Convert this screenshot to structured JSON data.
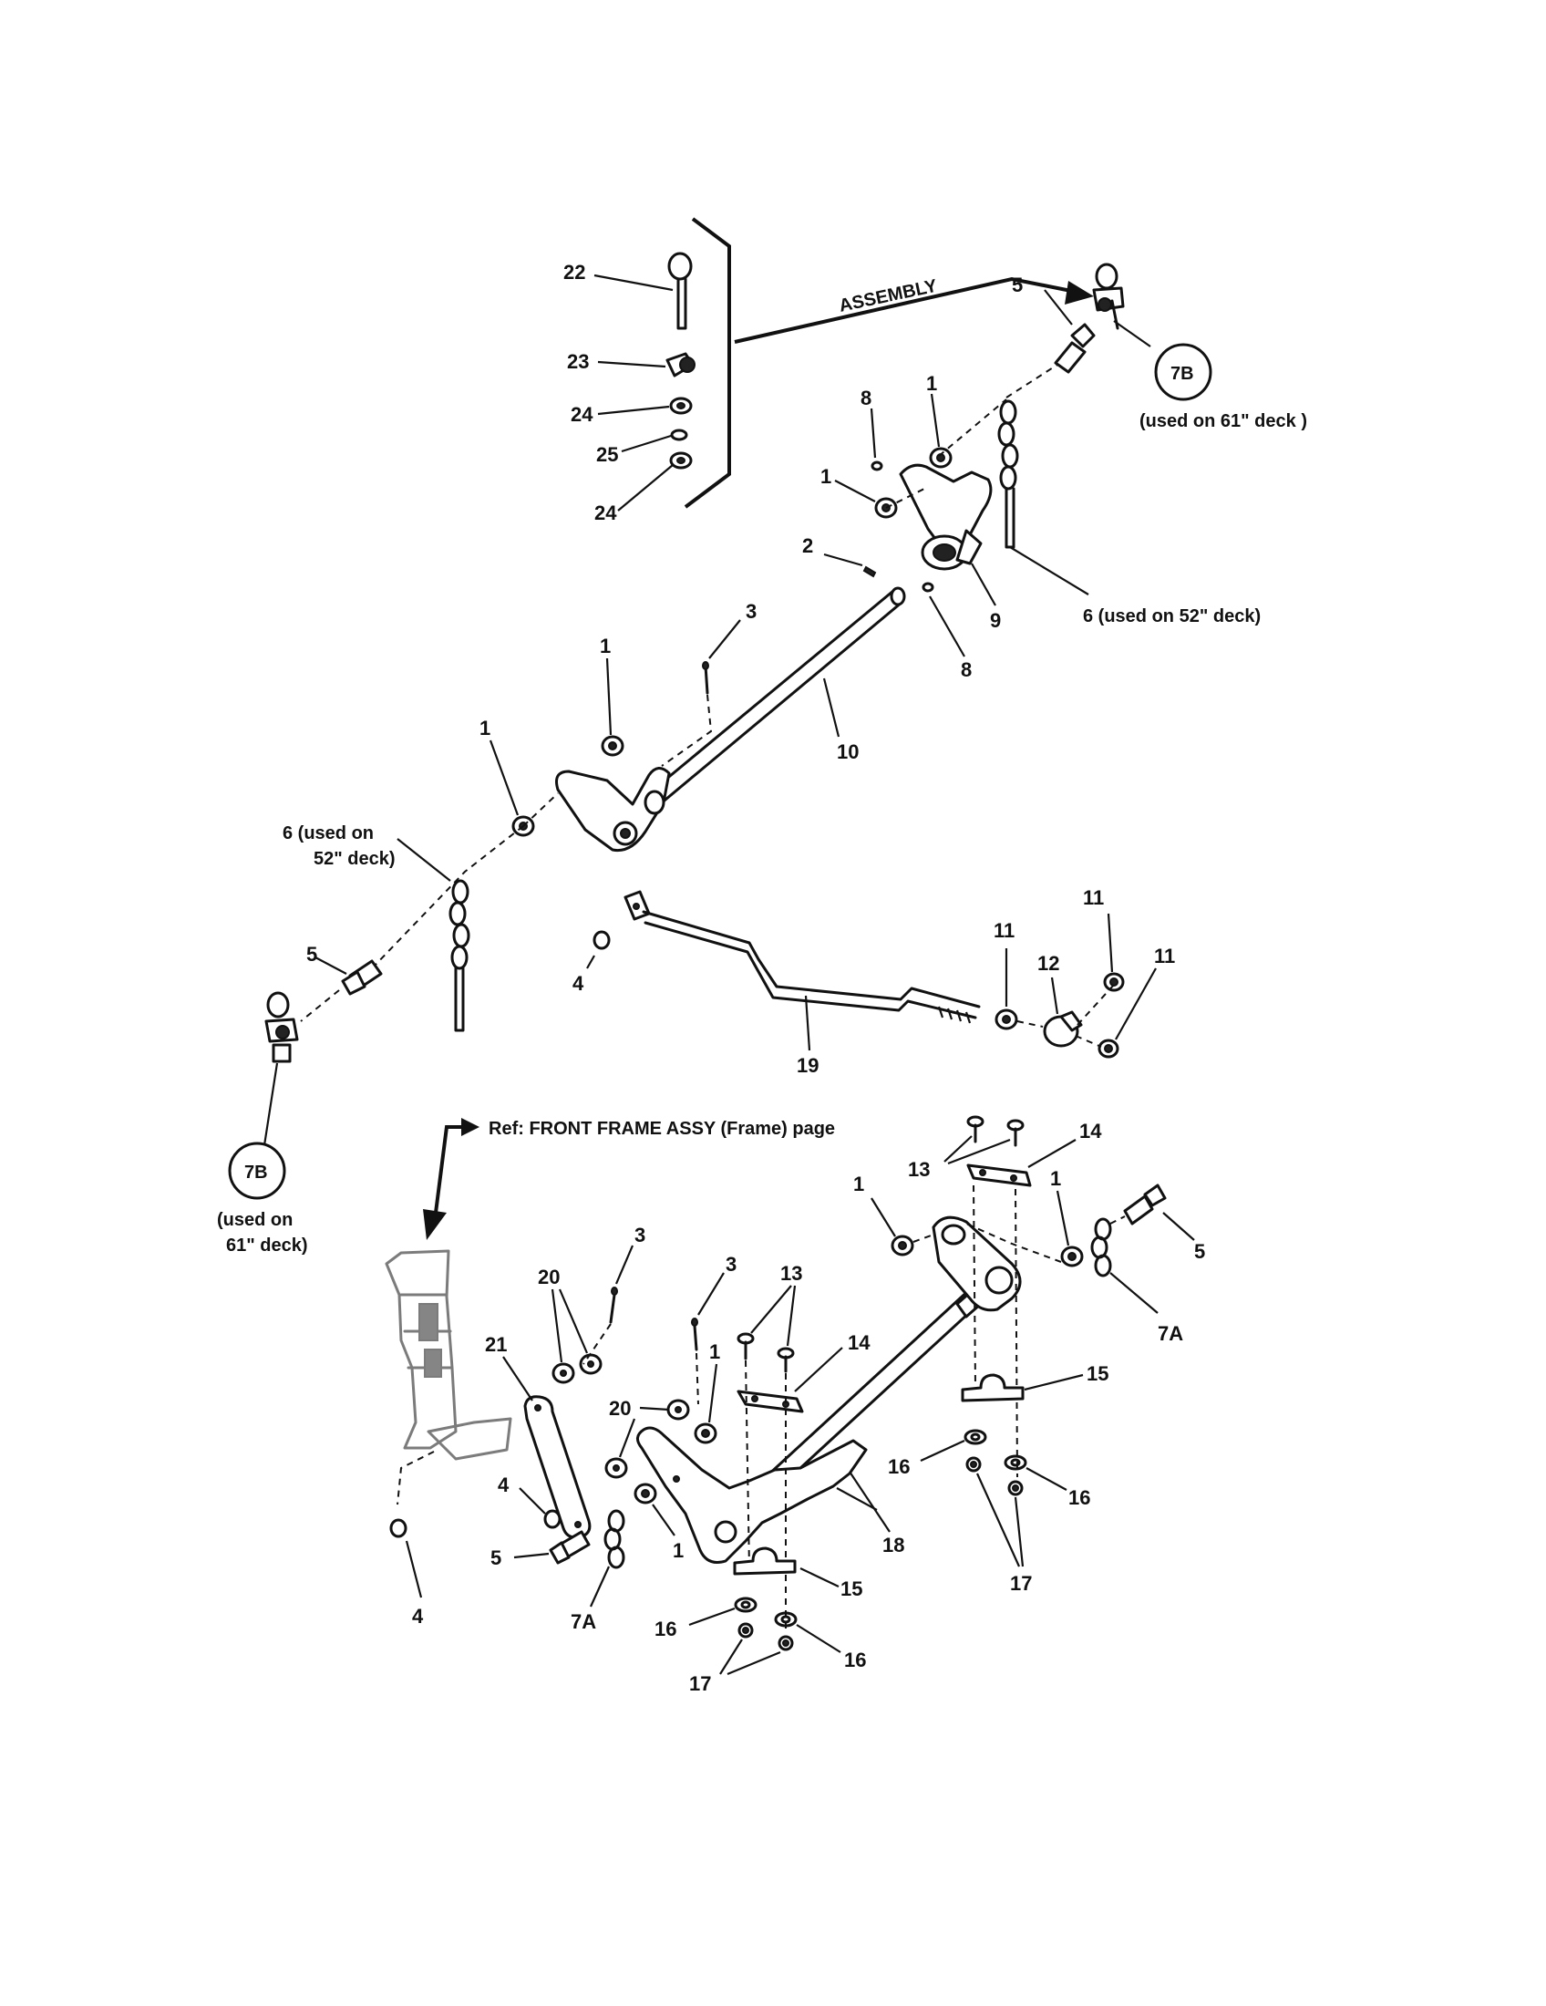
{
  "labels": {
    "p22": "22",
    "p23": "23",
    "p24a": "24",
    "p25": "25",
    "p24b": "24",
    "assembly": "ASSEMBLY",
    "p5_top": "5",
    "p1_top_a": "1",
    "p8_top": "8",
    "p1_top_b": "1",
    "p7b_top": "7B",
    "p7b_top_note": "(used on 61\" deck )",
    "p2": "2",
    "p9": "9",
    "p8_mid": "8",
    "p6_right": "6 (used on 52\" deck)",
    "p3_mid": "3",
    "p1_mid_a": "1",
    "p1_mid_b": "1",
    "p10": "10",
    "p6_left_l1": "6 (used on",
    "p6_left_l2": "52\" deck)",
    "p5_left": "5",
    "p4_mid": "4",
    "p11_a": "11",
    "p11_b": "11",
    "p11_c": "11",
    "p12": "12",
    "p19": "19",
    "p7b_left": "7B",
    "p7b_left_note_l1": "(used on",
    "p7b_left_note_l2": "61\" deck)",
    "ref_front_frame": "Ref: FRONT FRAME ASSY (Frame) page",
    "p13_top": "13",
    "p14_top": "14",
    "p1_lower_right_a": "1",
    "p1_lower_right_b": "1",
    "p5_lower_right": "5",
    "p7a_right": "7A",
    "p20_a": "20",
    "p3_lower_a": "3",
    "p3_lower_b": "3",
    "p13_mid": "13",
    "p21": "21",
    "p14_mid": "14",
    "p20_b": "20",
    "p1_lower_mid": "1",
    "p15_right": "15",
    "p16_right_a": "16",
    "p16_right_b": "16",
    "p17_right": "17",
    "p18": "18",
    "p4_lower_a": "4",
    "p5_lower_left": "5",
    "p1_lower_left": "1",
    "p15_mid": "15",
    "p4_lower_b": "4",
    "p7a_left": "7A",
    "p16_low_a": "16",
    "p16_low_b": "16",
    "p17_low": "17"
  }
}
